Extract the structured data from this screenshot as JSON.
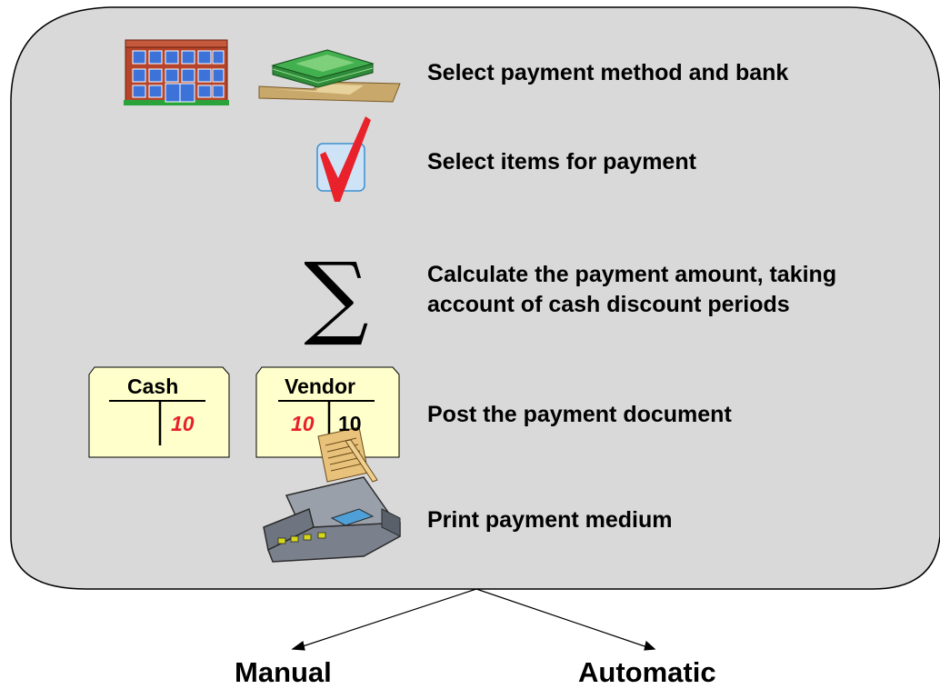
{
  "steps": [
    {
      "label": "Select payment method and bank",
      "icon": "bank-building-icon, money-stack-icon"
    },
    {
      "label": "Select items for payment",
      "icon": "checkmark-checkbox-icon"
    },
    {
      "label": "Calculate the payment amount, taking account of cash discount periods",
      "line1": "Calculate the payment amount, taking",
      "line2": "account of cash discount periods",
      "icon": "sigma-icon",
      "symbol": "∑"
    },
    {
      "label": "Post the payment document",
      "icon": "t-account-icon"
    },
    {
      "label": "Print payment medium",
      "icon": "printer-icon"
    }
  ],
  "accounts": {
    "cash": {
      "title": "Cash",
      "credit": "10"
    },
    "vendor": {
      "title": "Vendor",
      "debit": "10",
      "credit": "10"
    }
  },
  "outcomes": {
    "manual": "Manual",
    "automatic": "Automatic"
  },
  "colors": {
    "panel_fill": "#d9d9d9",
    "panel_border": "#000000",
    "note_fill": "#ffffcc",
    "red_amount": "#e8212b",
    "check_red": "#e8212b"
  }
}
